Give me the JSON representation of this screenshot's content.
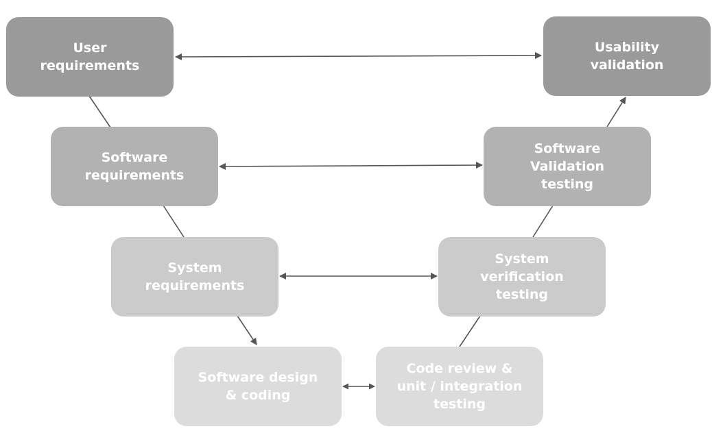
{
  "nodes": {
    "user_requirements": "User\nrequirements",
    "software_requirements": "Software\nrequirements",
    "system_requirements": "System\nrequirements",
    "software_design": "Software design\n& coding",
    "code_review": "Code review &\nunit / integration\ntesting",
    "system_verification": "System\nverification\ntesting",
    "software_validation": "Software\nValidation\ntesting",
    "usability_validation": "Usability\nvalidation"
  },
  "colors": {
    "level_1": "#9a9a9a",
    "level_2": "#b2b2b2",
    "level_3": "#cbcbcb",
    "level_4": "#dcdcdc",
    "connector": "#555555"
  }
}
